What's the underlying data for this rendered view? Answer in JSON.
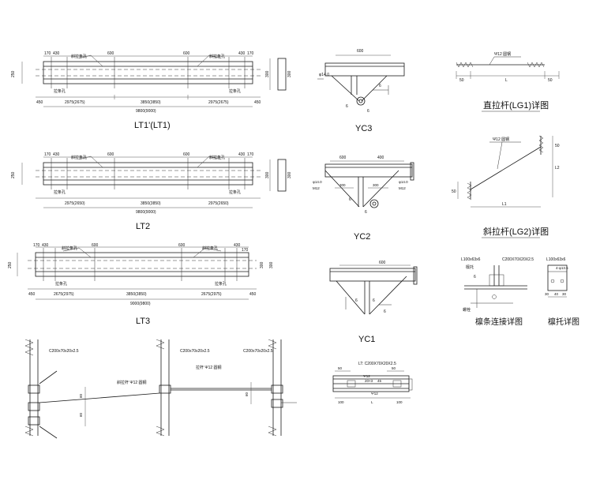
{
  "beams": {
    "lt1": {
      "title": "LT1'(LT1)",
      "top_dims": [
        "170",
        "430",
        "600",
        "600",
        "430",
        "170"
      ],
      "labels": [
        "斜拉条孔",
        "斜拉条孔",
        "拉条孔",
        "拉条孔"
      ],
      "mid_dims": [
        "2975(2675)",
        "3850(3850)",
        "2975(2675)"
      ],
      "total": "9800(9000)",
      "side_dims": [
        "250",
        "300",
        "300"
      ],
      "end_dims": [
        "450",
        "450"
      ]
    },
    "lt2": {
      "title": "LT2",
      "top_dims": [
        "170",
        "430",
        "600",
        "600",
        "430",
        "170"
      ],
      "labels": [
        "斜拉条孔",
        "斜拉条孔",
        "拉条孔",
        "拉条孔"
      ],
      "mid_dims": [
        "2975(2650)",
        "3850(3850)",
        "2975(2650)"
      ],
      "total": "9800(9000)",
      "side_dims": [
        "250",
        "300",
        "300"
      ]
    },
    "lt3": {
      "title": "LT3",
      "top_dims": [
        "170",
        "430",
        "600",
        "600",
        "430",
        "170"
      ],
      "labels": [
        "斜拉条孔",
        "斜拉条孔",
        "拉条孔",
        "拉条孔"
      ],
      "mid_dims": [
        "2675(2975)",
        "3850(3850)",
        "2675(2975)"
      ],
      "total": "9000(9800)",
      "side_dims": [
        "250",
        "300",
        "300"
      ],
      "end_dims": [
        "450",
        "450"
      ]
    }
  },
  "yc3": {
    "title": "YC3",
    "dims": [
      "600",
      "6",
      "6",
      "6",
      "φ14.0"
    ]
  },
  "yc2": {
    "title": "YC2",
    "dims": [
      "600",
      "400",
      "φ14.0",
      "M12",
      "φ14.0",
      "M12",
      "300",
      "300",
      "6",
      "6"
    ]
  },
  "yc1": {
    "title": "YC1",
    "dims": [
      "600",
      "6",
      "6",
      "6"
    ]
  },
  "lg1": {
    "title": "直拉杆(LG1)详图",
    "rod": "Ψ12 圆钢",
    "dims": [
      "50",
      "L",
      "50"
    ]
  },
  "lg2": {
    "title": "斜拉杆(LG2)详图",
    "rod": "Ψ12 圆钢",
    "dims": [
      "50",
      "L2",
      "50",
      "L1"
    ]
  },
  "purlin_conn": {
    "title": "檩条连接详图",
    "labels": [
      "L100x63x6",
      "C200X70X20X2.5",
      "檩托",
      "6",
      "螺栓"
    ]
  },
  "purlin_support": {
    "title": "檩托详图",
    "labels": [
      "L100x63x6",
      "4-φ13.5",
      "30",
      "40",
      "30"
    ]
  },
  "plan": {
    "labels": [
      "C200x70x20x2.5",
      "C200x70x20x2.5",
      "C200x70x20x2.5",
      "斜拉杆 Ψ12 圆钢",
      "拉杆 Ψ12 圆钢"
    ],
    "dims": [
      "60",
      "60",
      "60"
    ]
  },
  "lt_detail": {
    "title": "LT: C200X70X20X2.5",
    "labels": [
      "Ψ12",
      "Ψ12"
    ],
    "dims": [
      "50",
      "50",
      "100",
      "100",
      "L",
      "20×3",
      "45"
    ]
  }
}
